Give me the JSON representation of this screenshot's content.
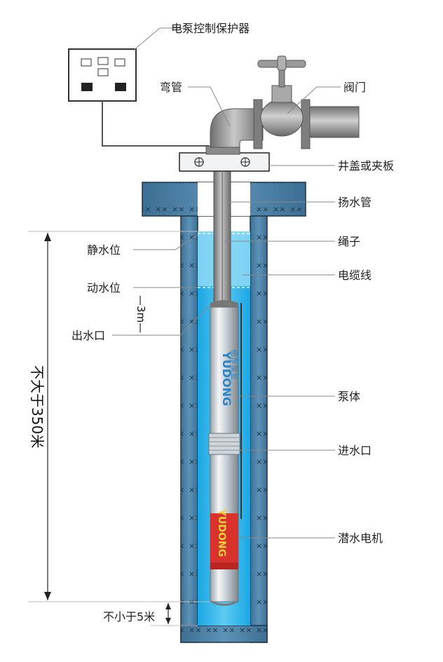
{
  "labels": {
    "controller": "电泵控制保护器",
    "elbow": "弯管",
    "valve": "阀门",
    "well_cover": "井盖或夹板",
    "riser_pipe": "扬水管",
    "rope": "绳子",
    "static_level": "静水位",
    "cable": "电缆线",
    "dynamic_level": "动水位",
    "outlet": "出水口",
    "pump_body": "泵体",
    "inlet": "进水口",
    "motor": "潜水电机",
    "depth_max": "不大于350米",
    "bottom_gap": "不小于5米",
    "submersion": "—3m—"
  },
  "brand": {
    "pump_text": "YUDONG",
    "pump_text_cn": "裕东泵业"
  },
  "colors": {
    "water": "#2fb4ea",
    "water_top": "#8fd9f6",
    "wall": "#4f82a6",
    "wall_dark": "#2c4d66",
    "pipe": "#8c8c8c",
    "motor_red": "#d9322c",
    "leader": "#8a8a8a"
  },
  "icons": [
    "gauge-icon",
    "valve-handwheel-icon",
    "bolt-icon",
    "x-hatch-icon"
  ]
}
